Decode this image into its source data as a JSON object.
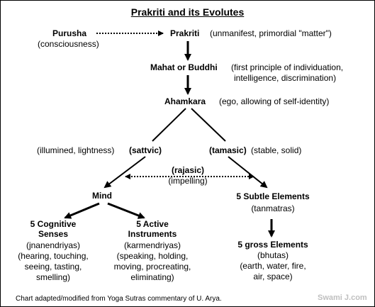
{
  "title": "Prakriti and its Evolutes",
  "purusha": {
    "name": "Purusha",
    "desc": "(consciousness)"
  },
  "prakriti": {
    "name": "Prakriti",
    "desc": "(unmanifest, primordial \"matter\")"
  },
  "mahat": {
    "name": "Mahat or Buddhi",
    "desc_line1": "(first principle of individuation,",
    "desc_line2": "intelligence, discrimination)"
  },
  "ahamkara": {
    "name": "Ahamkara",
    "desc": "(ego, allowing of self-identity)"
  },
  "sattvic": {
    "name": "(sattvic)",
    "desc": "(illumined, lightness)"
  },
  "tamasic": {
    "name": "(tamasic)",
    "desc": "(stable, solid)"
  },
  "rajasic": {
    "name": "(rajasic)",
    "desc": "(impelling)"
  },
  "mind": {
    "name": "Mind"
  },
  "subtle": {
    "name": "5 Subtle Elements",
    "desc": "(tanmatras)"
  },
  "cognitive": {
    "name_line1": "5 Cognitive",
    "name_line2": "Senses",
    "desc_line1": "(jnanendriyas)",
    "desc_line2": "(hearing, touching,",
    "desc_line3": "seeing, tasting,",
    "desc_line4": "smelling)"
  },
  "active": {
    "name_line1": "5 Active",
    "name_line2": "Instruments",
    "desc_line1": "(karmendriyas)",
    "desc_line2": "(speaking, holding,",
    "desc_line3": "moving, procreating,",
    "desc_line4": "eliminating)"
  },
  "gross": {
    "name": "5 gross Elements",
    "desc_line1": "(bhutas)",
    "desc_line2": "(earth, water, fire,",
    "desc_line3": "air, space)"
  },
  "footer": "Chart adapted/modified from Yoga Sutras commentary of U. Arya.",
  "watermark": "Swami J.com",
  "colors": {
    "ink": "#000000",
    "background": "#ffffff",
    "watermark": "#c0c0c0"
  }
}
